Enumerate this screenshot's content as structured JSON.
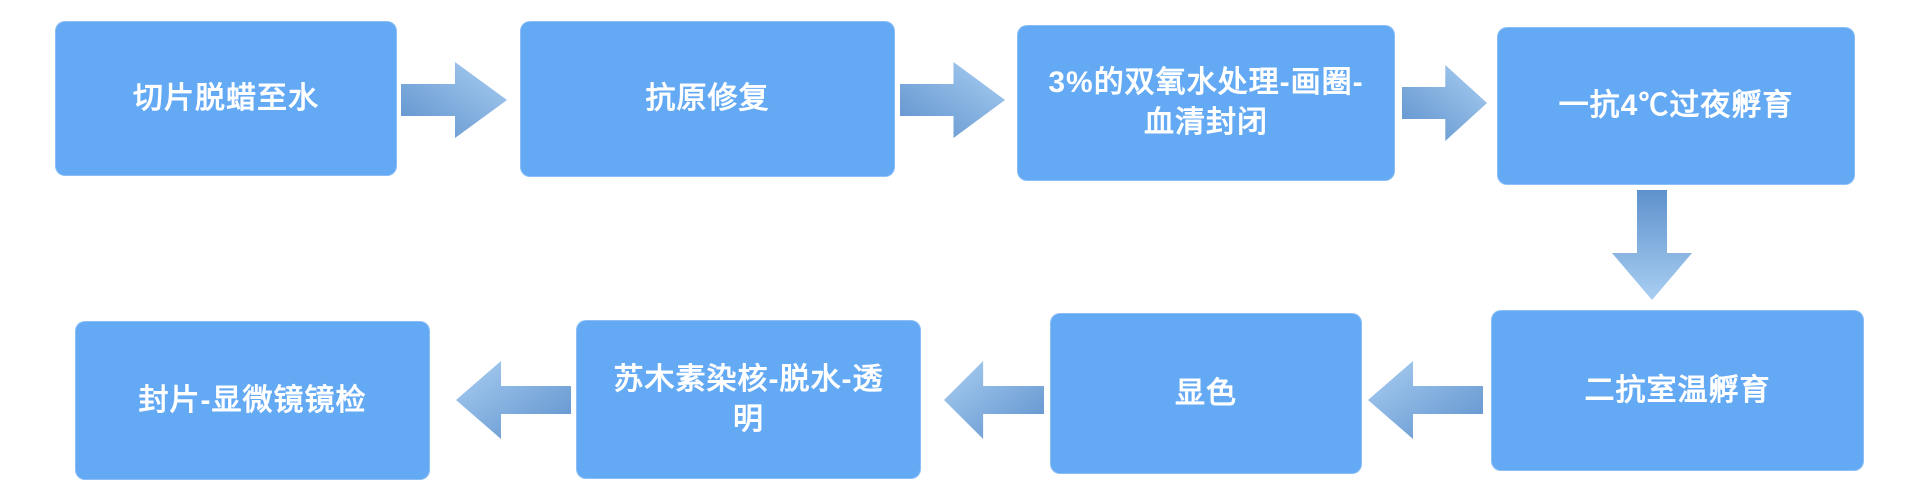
{
  "diagram": {
    "type": "flowchart",
    "description": "Immunohistochemistry staining workflow, 8 steps; top row flows left to right, then down, bottom row flows right to left",
    "steps": [
      {
        "order": 1,
        "label": "切片脱蜡至水"
      },
      {
        "order": 2,
        "label": "抗原修复"
      },
      {
        "order": 3,
        "label": "3%的双氧水处理-画圈-\n血清封闭"
      },
      {
        "order": 4,
        "label": "一抗4℃过夜孵育"
      },
      {
        "order": 5,
        "label": "二抗室温孵育"
      },
      {
        "order": 6,
        "label": "显色"
      },
      {
        "order": 7,
        "label": "苏木素染核-脱水-透\n明"
      },
      {
        "order": 8,
        "label": "封片-显微镜镜检"
      }
    ],
    "flow_order": "1 → 2 → 3 → 4 → 5 → 6 → 7 → 8",
    "colors": {
      "box_fill": "#64a9f3",
      "text": "#ffffff",
      "arrow_gradient_start": "#5e91cc",
      "arrow_gradient_end": "#a9cef2",
      "background": "#ffffff"
    }
  }
}
